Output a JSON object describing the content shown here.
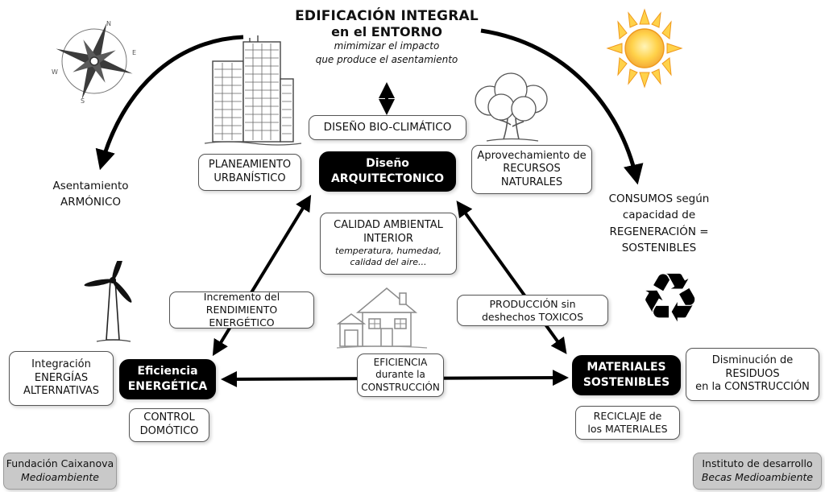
{
  "title": {
    "line1": "EDIFICACIÓN INTEGRAL",
    "line2": "en el ENTORNO",
    "sub1": "mimimizar el impacto",
    "sub2": "que produce el asentamiento"
  },
  "nodes": {
    "bio_climatico": {
      "label": "DISEÑO BIO-CLIMÁTICO"
    },
    "diseno_arquitectonico": {
      "line1": "Diseño",
      "line2": "ARQUITECTONICO"
    },
    "planeamiento": {
      "line1": "PLANEAMIENTO",
      "line2": "URBANÍSTICO"
    },
    "aprovechamiento": {
      "line1": "Aprovechamiento de",
      "line2": "RECURSOS",
      "line3": "NATURALES"
    },
    "asentamiento": {
      "line1": "Asentamiento",
      "line2": "ARMÓNICO"
    },
    "consumos": {
      "line1": "CONSUMOS según",
      "line2": "capacidad de",
      "line3": "REGENERACIÓN =",
      "line4": "SOSTENIBLES"
    },
    "calidad_ambiental": {
      "line1": "CALIDAD AMBIENTAL",
      "line2": "INTERIOR",
      "sub1": "temperatura, humedad,",
      "sub2": "calidad del aire..."
    },
    "incremento": {
      "line1": "Incremento del",
      "line2": "RENDIMIENTO ENERGÉTICO"
    },
    "produccion": {
      "line1": "PRODUCCIÓN sin",
      "line2": "deshechos TOXICOS"
    },
    "integracion": {
      "line1": "Integración",
      "line2": "ENERGÍAS",
      "line3": "ALTERNATIVAS"
    },
    "eficiencia_energetica": {
      "line1": "Eficiencia",
      "line2": "ENERGÉTICA"
    },
    "control_domotico": {
      "line1": "CONTROL",
      "line2": "DOMÓTICO"
    },
    "eficiencia_construccion": {
      "line1": "EFICIENCIA",
      "line2": "durante la",
      "line3": "CONSTRUCCIÓN"
    },
    "materiales": {
      "line1": "MATERIALES",
      "line2": "SOSTENIBLES"
    },
    "reciclaje": {
      "line1": "RECICLAJE de",
      "line2": "los MATERIALES"
    },
    "disminucion": {
      "line1": "Disminución de",
      "line2": "RESIDUOS",
      "line3": "en la CONSTRUCCIÓN"
    }
  },
  "footer": {
    "left": {
      "line1": "Fundación Caixanova",
      "line2": "Medioambiente"
    },
    "right": {
      "line1": "Instituto de desarrollo",
      "line2": "Becas Medioambiente"
    }
  },
  "icons": {
    "names": [
      "compass-rose-icon",
      "buildings-icon",
      "tree-icon",
      "sun-icon",
      "wind-turbine-icon",
      "house-icon",
      "recycle-icon"
    ],
    "compass_letters": {
      "n": "N",
      "e": "E",
      "s": "S",
      "w": "W"
    },
    "recycle_glyph": "♻"
  },
  "colors": {
    "node_fill": "#ffffff",
    "node_border": "#555555",
    "highlight_fill": "#000000",
    "highlight_text": "#ffffff",
    "footer_fill": "#c9c9c9",
    "sun_core": "#ffd24a",
    "sun_edge": "#ef9a1d",
    "arrow": "#000000"
  }
}
